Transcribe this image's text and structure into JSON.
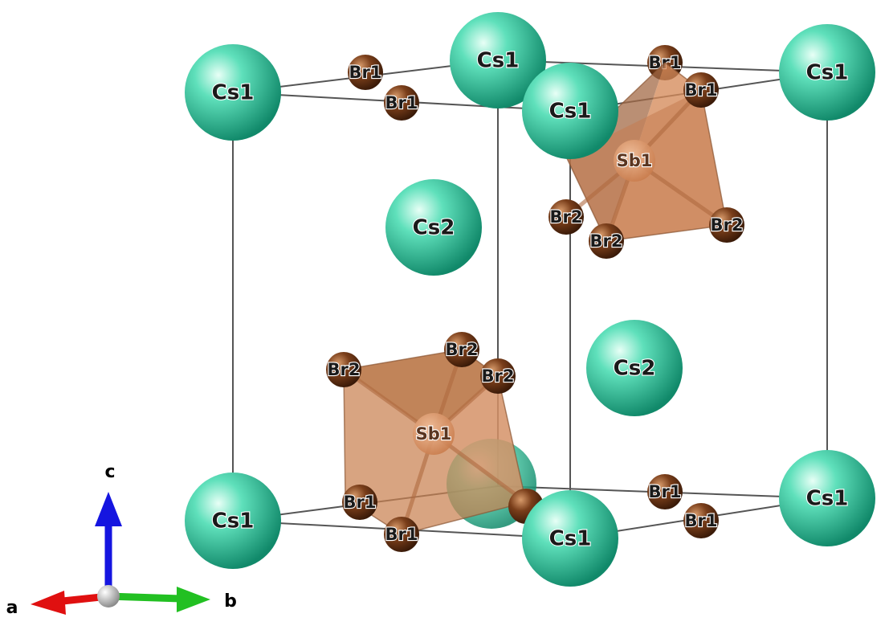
{
  "diagram": {
    "atoms": {
      "cs1": "Cs1",
      "cs2": "Cs2",
      "br1": "Br1",
      "br2": "Br2",
      "sb1": "Sb1"
    },
    "axes": {
      "a": "a",
      "b": "b",
      "c": "c"
    },
    "colors": {
      "cs": "#2fcca0",
      "br": "#7a3e1a",
      "octahedron": "#d58a5a",
      "axis_a": "#e01010",
      "axis_b": "#22c022",
      "axis_c": "#1515e0",
      "edges": "#555555"
    }
  }
}
